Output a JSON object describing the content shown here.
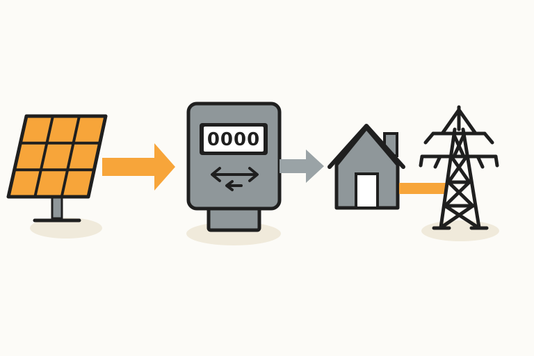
{
  "diagram": {
    "nodes": [
      {
        "id": "solar-panel",
        "icon": "solar-panel-icon"
      },
      {
        "id": "electric-meter",
        "icon": "electric-meter-icon",
        "display": "0000",
        "symbol": "bidirectional-arrows"
      },
      {
        "id": "house",
        "icon": "house-icon"
      },
      {
        "id": "transmission-tower",
        "icon": "transmission-tower-icon"
      }
    ],
    "flows": [
      {
        "from": "solar-panel",
        "to": "electric-meter",
        "style": "arrow",
        "color": "#f7a53a"
      },
      {
        "from": "electric-meter",
        "to": "house",
        "style": "arrow",
        "color": "#9aa3a6"
      },
      {
        "from": "house",
        "to": "transmission-tower",
        "style": "line",
        "color": "#f7a53a"
      }
    ]
  },
  "colors": {
    "accent": "#f7a53a",
    "device_gray": "#8f979a",
    "arrow_gray": "#9aa3a6",
    "outline": "#1f1f1f",
    "shadow": "#f0eadb",
    "background": "#fcfbf7"
  }
}
